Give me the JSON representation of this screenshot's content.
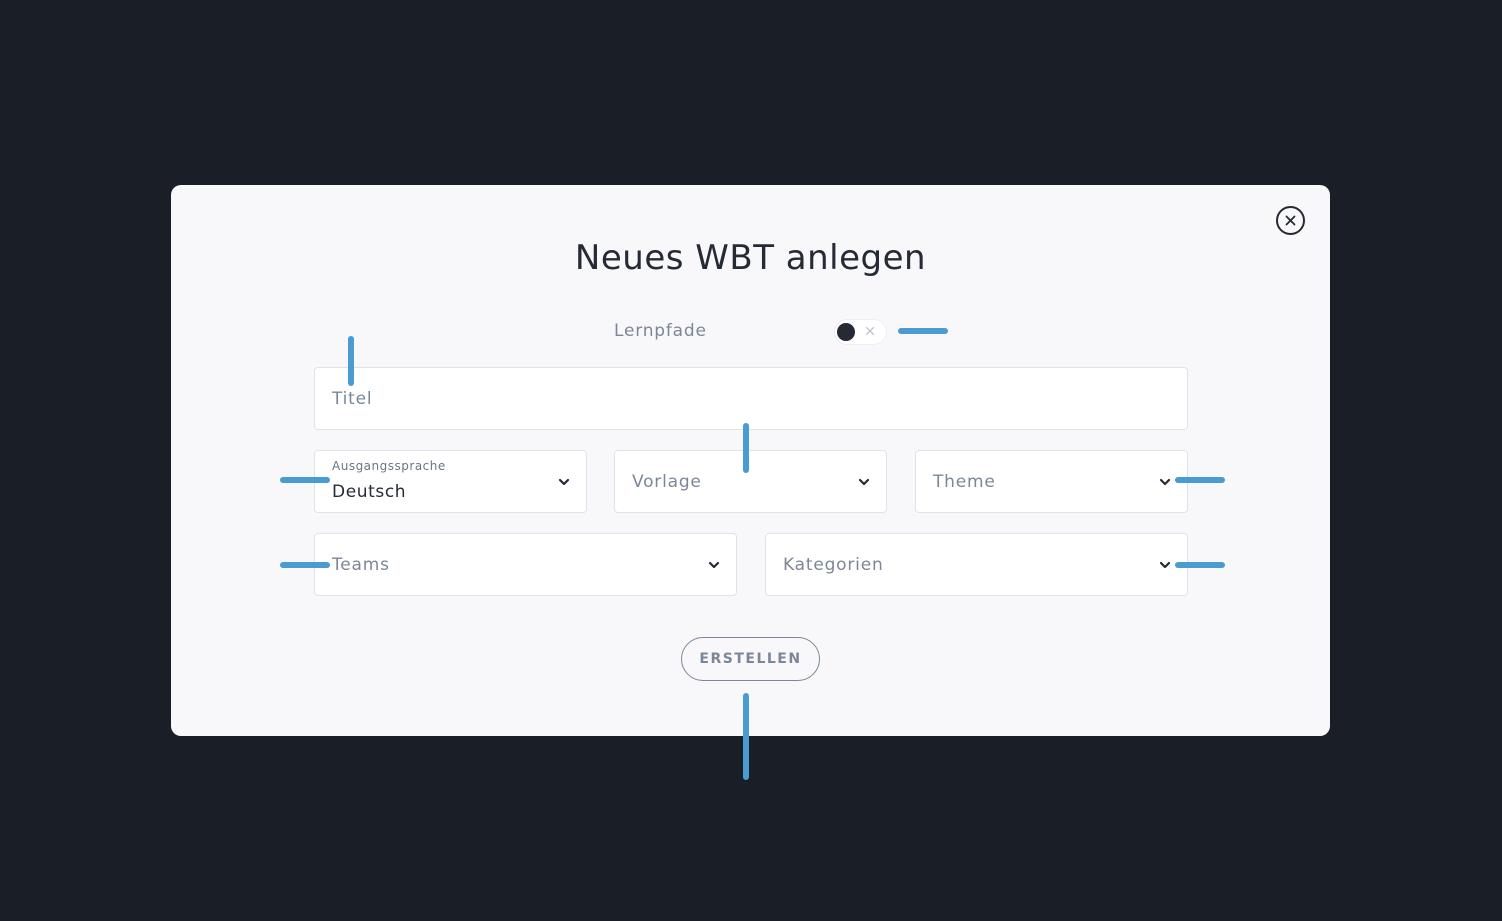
{
  "dialog": {
    "title": "Neues WBT anlegen",
    "close_icon": "close-icon"
  },
  "toggle": {
    "label": "Lernpfade",
    "state": "off",
    "off_icon": "x-icon"
  },
  "fields": {
    "titel": {
      "placeholder": "Titel",
      "value": ""
    },
    "ausgangssprache": {
      "label": "Ausgangssprache",
      "value": "Deutsch"
    },
    "vorlage": {
      "placeholder": "Vorlage"
    },
    "theme": {
      "placeholder": "Theme"
    },
    "teams": {
      "placeholder": "Teams"
    },
    "kategorien": {
      "placeholder": "Kategorien"
    }
  },
  "actions": {
    "create_label": "ERSTELLEN"
  },
  "colors": {
    "page_background": "#1a1e27",
    "dialog_background": "#f8f8fa",
    "text_dark": "#252a35",
    "text_muted": "#7b8799",
    "field_border": "#dfe2e8",
    "annotation_marker": "#4a9bd1"
  }
}
